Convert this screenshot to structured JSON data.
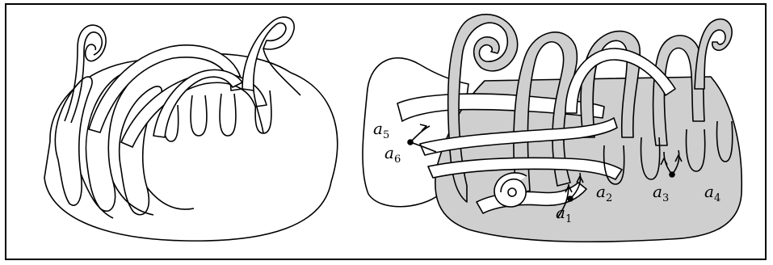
{
  "figure": {
    "panels": [
      "left-surface",
      "right-surface"
    ],
    "labels": [
      {
        "id": "a1",
        "base": "a",
        "sub": "1"
      },
      {
        "id": "a2",
        "base": "a",
        "sub": "2"
      },
      {
        "id": "a3",
        "base": "a",
        "sub": "3"
      },
      {
        "id": "a4",
        "base": "a",
        "sub": "4"
      },
      {
        "id": "a5",
        "base": "a",
        "sub": "5"
      },
      {
        "id": "a6",
        "base": "a",
        "sub": "6"
      }
    ]
  },
  "colors": {
    "shade": "#cfcfcf",
    "stroke": "#000000",
    "paper": "#ffffff"
  }
}
